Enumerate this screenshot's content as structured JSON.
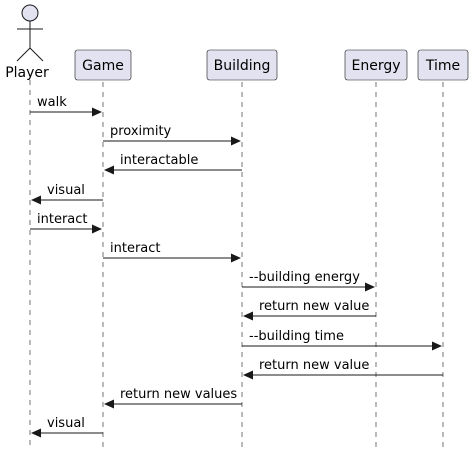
{
  "diagram": {
    "type": "sequence",
    "participants": [
      {
        "id": "player",
        "label": "Player",
        "kind": "actor"
      },
      {
        "id": "game",
        "label": "Game",
        "kind": "participant"
      },
      {
        "id": "building",
        "label": "Building",
        "kind": "participant"
      },
      {
        "id": "energy",
        "label": "Energy",
        "kind": "participant"
      },
      {
        "id": "time",
        "label": "Time",
        "kind": "participant"
      }
    ],
    "messages": [
      {
        "from": "player",
        "to": "game",
        "label": "walk"
      },
      {
        "from": "game",
        "to": "building",
        "label": "proximity"
      },
      {
        "from": "building",
        "to": "game",
        "label": "interactable"
      },
      {
        "from": "game",
        "to": "player",
        "label": "visual"
      },
      {
        "from": "player",
        "to": "game",
        "label": "interact"
      },
      {
        "from": "game",
        "to": "building",
        "label": "interact"
      },
      {
        "from": "building",
        "to": "energy",
        "label": "--building energy"
      },
      {
        "from": "energy",
        "to": "building",
        "label": "return new value"
      },
      {
        "from": "building",
        "to": "time",
        "label": "--building time"
      },
      {
        "from": "time",
        "to": "building",
        "label": "return new value"
      },
      {
        "from": "building",
        "to": "game",
        "label": "return new values"
      },
      {
        "from": "game",
        "to": "player",
        "label": "visual"
      }
    ],
    "colors": {
      "participant_fill": "#E2E2F0",
      "line": "#181818",
      "text": "#000000"
    }
  }
}
